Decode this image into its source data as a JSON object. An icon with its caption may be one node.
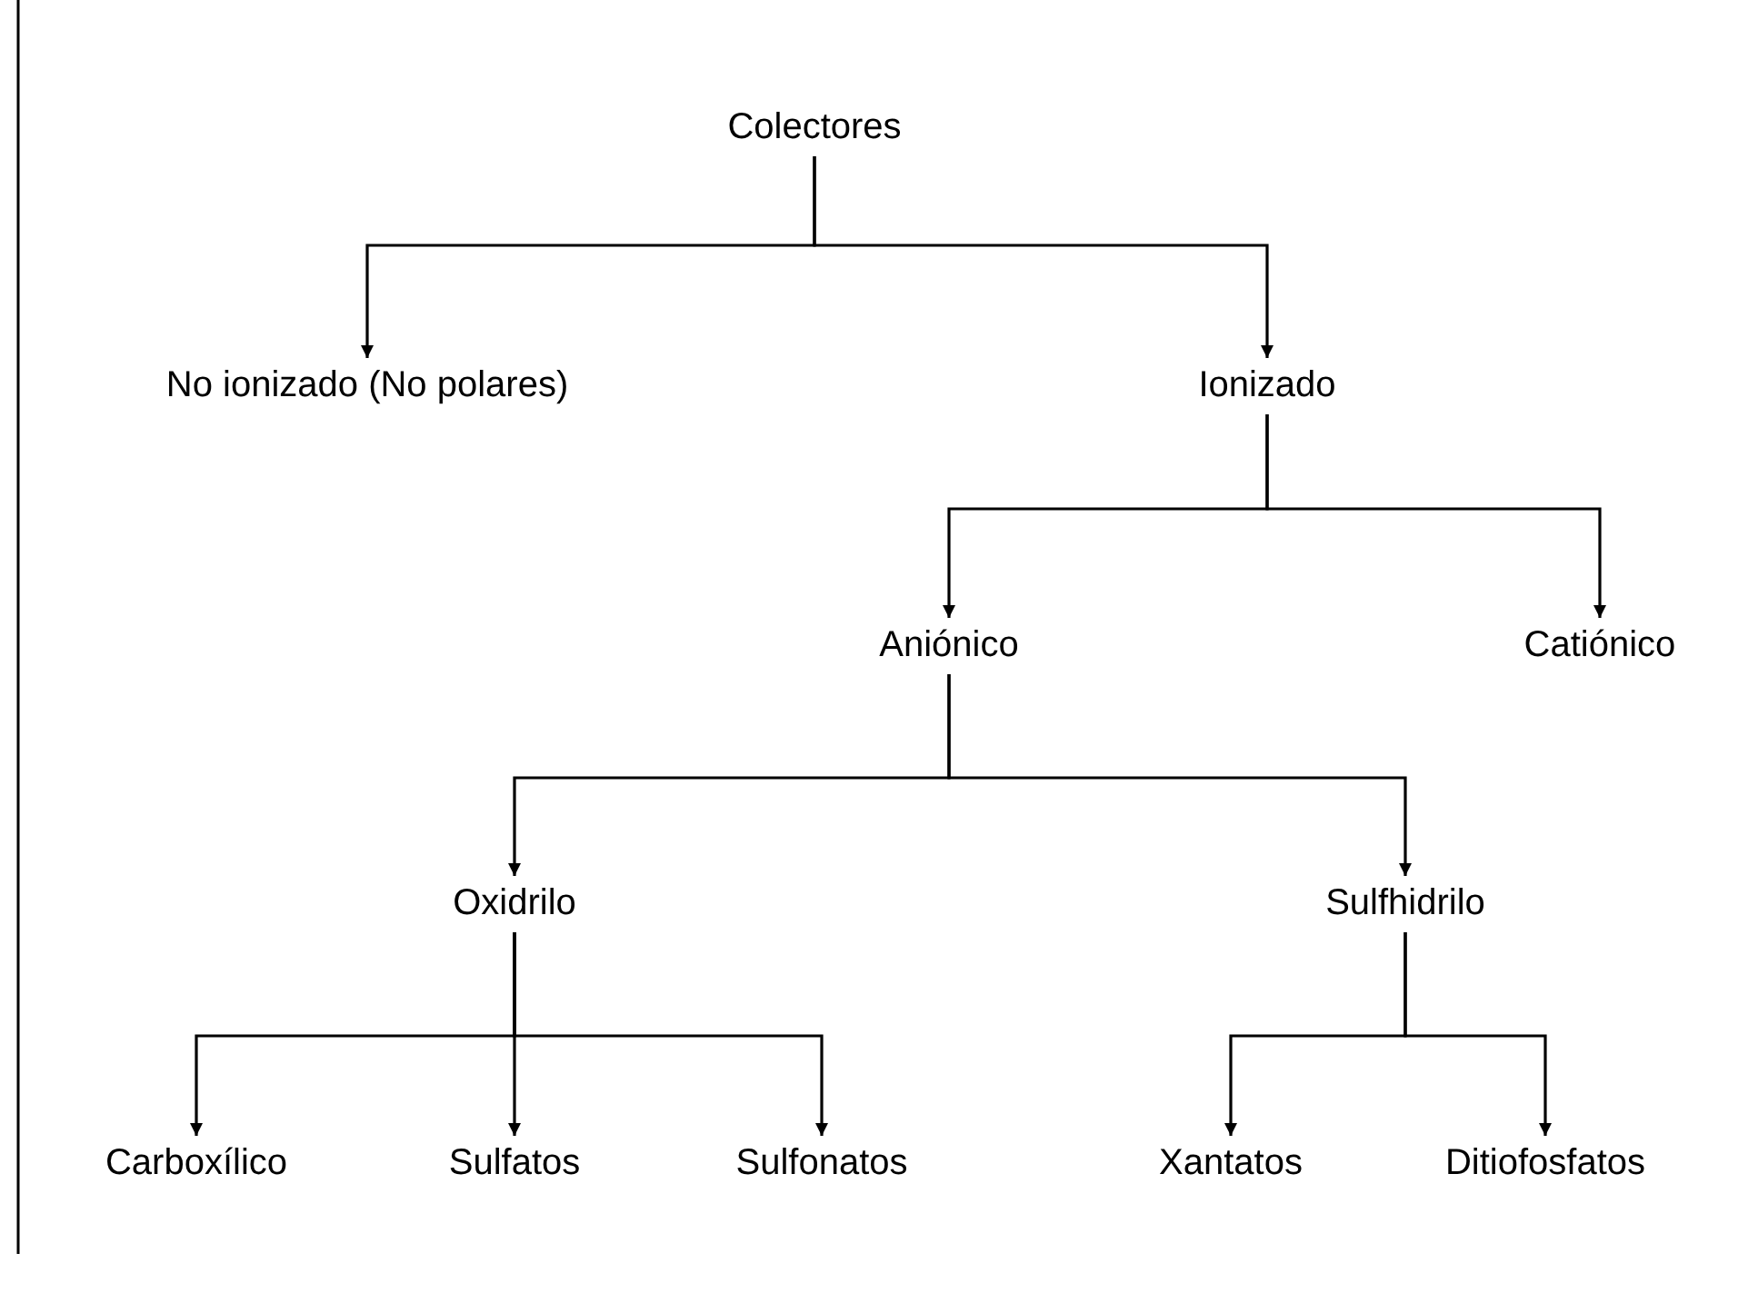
{
  "diagram": {
    "nodes": [
      {
        "text": [
          "Colectores"
        ]
      },
      {
        "text": [
          "No ionizado (No polares)"
        ]
      },
      {
        "text": [
          "Ionizado"
        ]
      },
      {
        "text": [
          "Aniónico"
        ]
      },
      {
        "text": [
          "Catiónico"
        ]
      },
      {
        "text": [
          "Oxidrilo"
        ]
      },
      {
        "text": [
          "Sulfhidrilo"
        ]
      },
      {
        "text": [
          "Carboxílico"
        ]
      },
      {
        "text": [
          "Sulfatos"
        ]
      },
      {
        "text": [
          "Sulfonatos"
        ]
      },
      {
        "text": [
          "Xantatos"
        ]
      },
      {
        "text": [
          "Ditiofosfatos"
        ]
      }
    ],
    "edges": [
      {
        "from": 0,
        "to": 1,
        "arrow": "to"
      },
      {
        "from": 0,
        "to": 2,
        "arrow": "to"
      },
      {
        "from": 2,
        "to": 3,
        "arrow": "to"
      },
      {
        "from": 2,
        "to": 4,
        "arrow": "to"
      },
      {
        "from": 3,
        "to": 5,
        "arrow": "to"
      },
      {
        "from": 3,
        "to": 6,
        "arrow": "to"
      },
      {
        "from": 5,
        "to": 7,
        "arrow": "to"
      },
      {
        "from": 5,
        "to": 8,
        "arrow": "to"
      },
      {
        "from": 5,
        "to": 9,
        "arrow": "to"
      },
      {
        "from": 6,
        "to": 10,
        "arrow": "to"
      },
      {
        "from": 6,
        "to": 11,
        "arrow": "to"
      }
    ]
  }
}
